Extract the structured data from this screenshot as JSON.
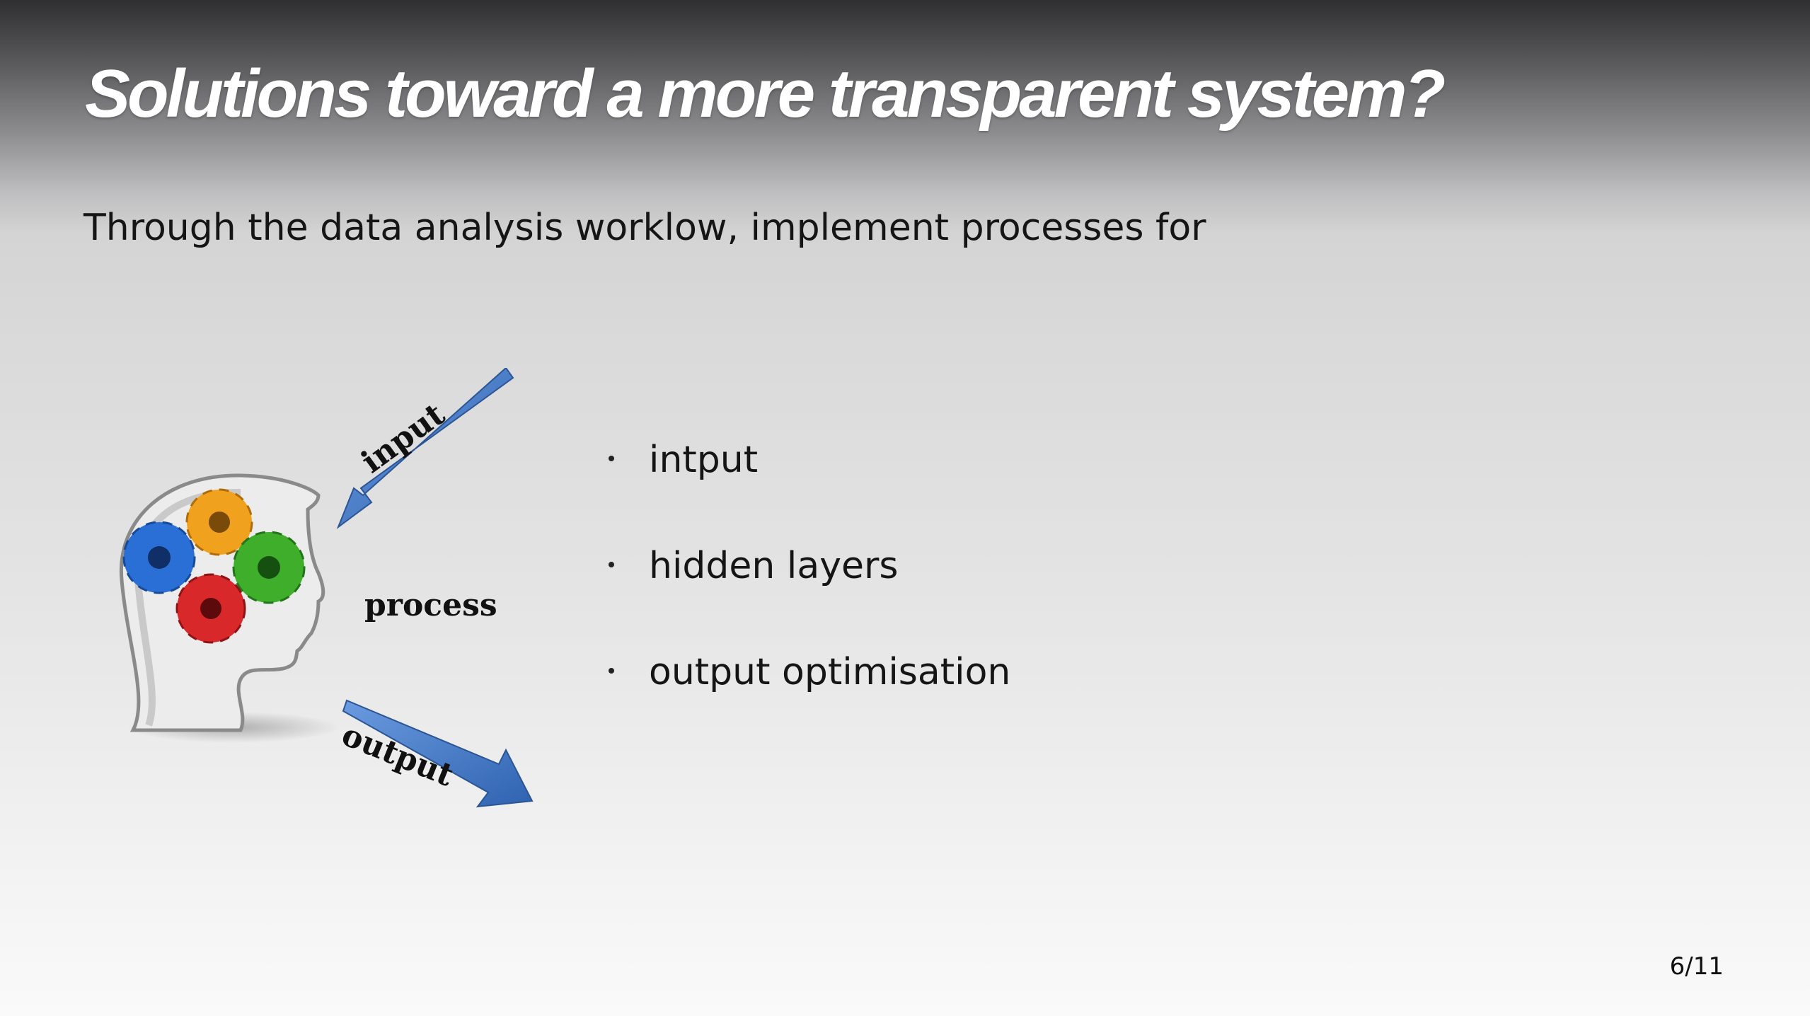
{
  "slide": {
    "title": "Solutions toward a more transparent system?",
    "intro": "Through the data analysis worklow, implement processes for",
    "bullets": [
      {
        "text": "intput"
      },
      {
        "text": "hidden layers"
      },
      {
        "text": "output optimisation"
      }
    ],
    "page_number": "6/11"
  },
  "figure": {
    "labels": {
      "input": "input",
      "process": "process",
      "output": "output"
    },
    "gear_colors": {
      "blue": "#2a6fd6",
      "orange": "#f0a21e",
      "green": "#3fae2a",
      "red": "#d8282a"
    },
    "arrow_color": "#4a7fc4"
  }
}
